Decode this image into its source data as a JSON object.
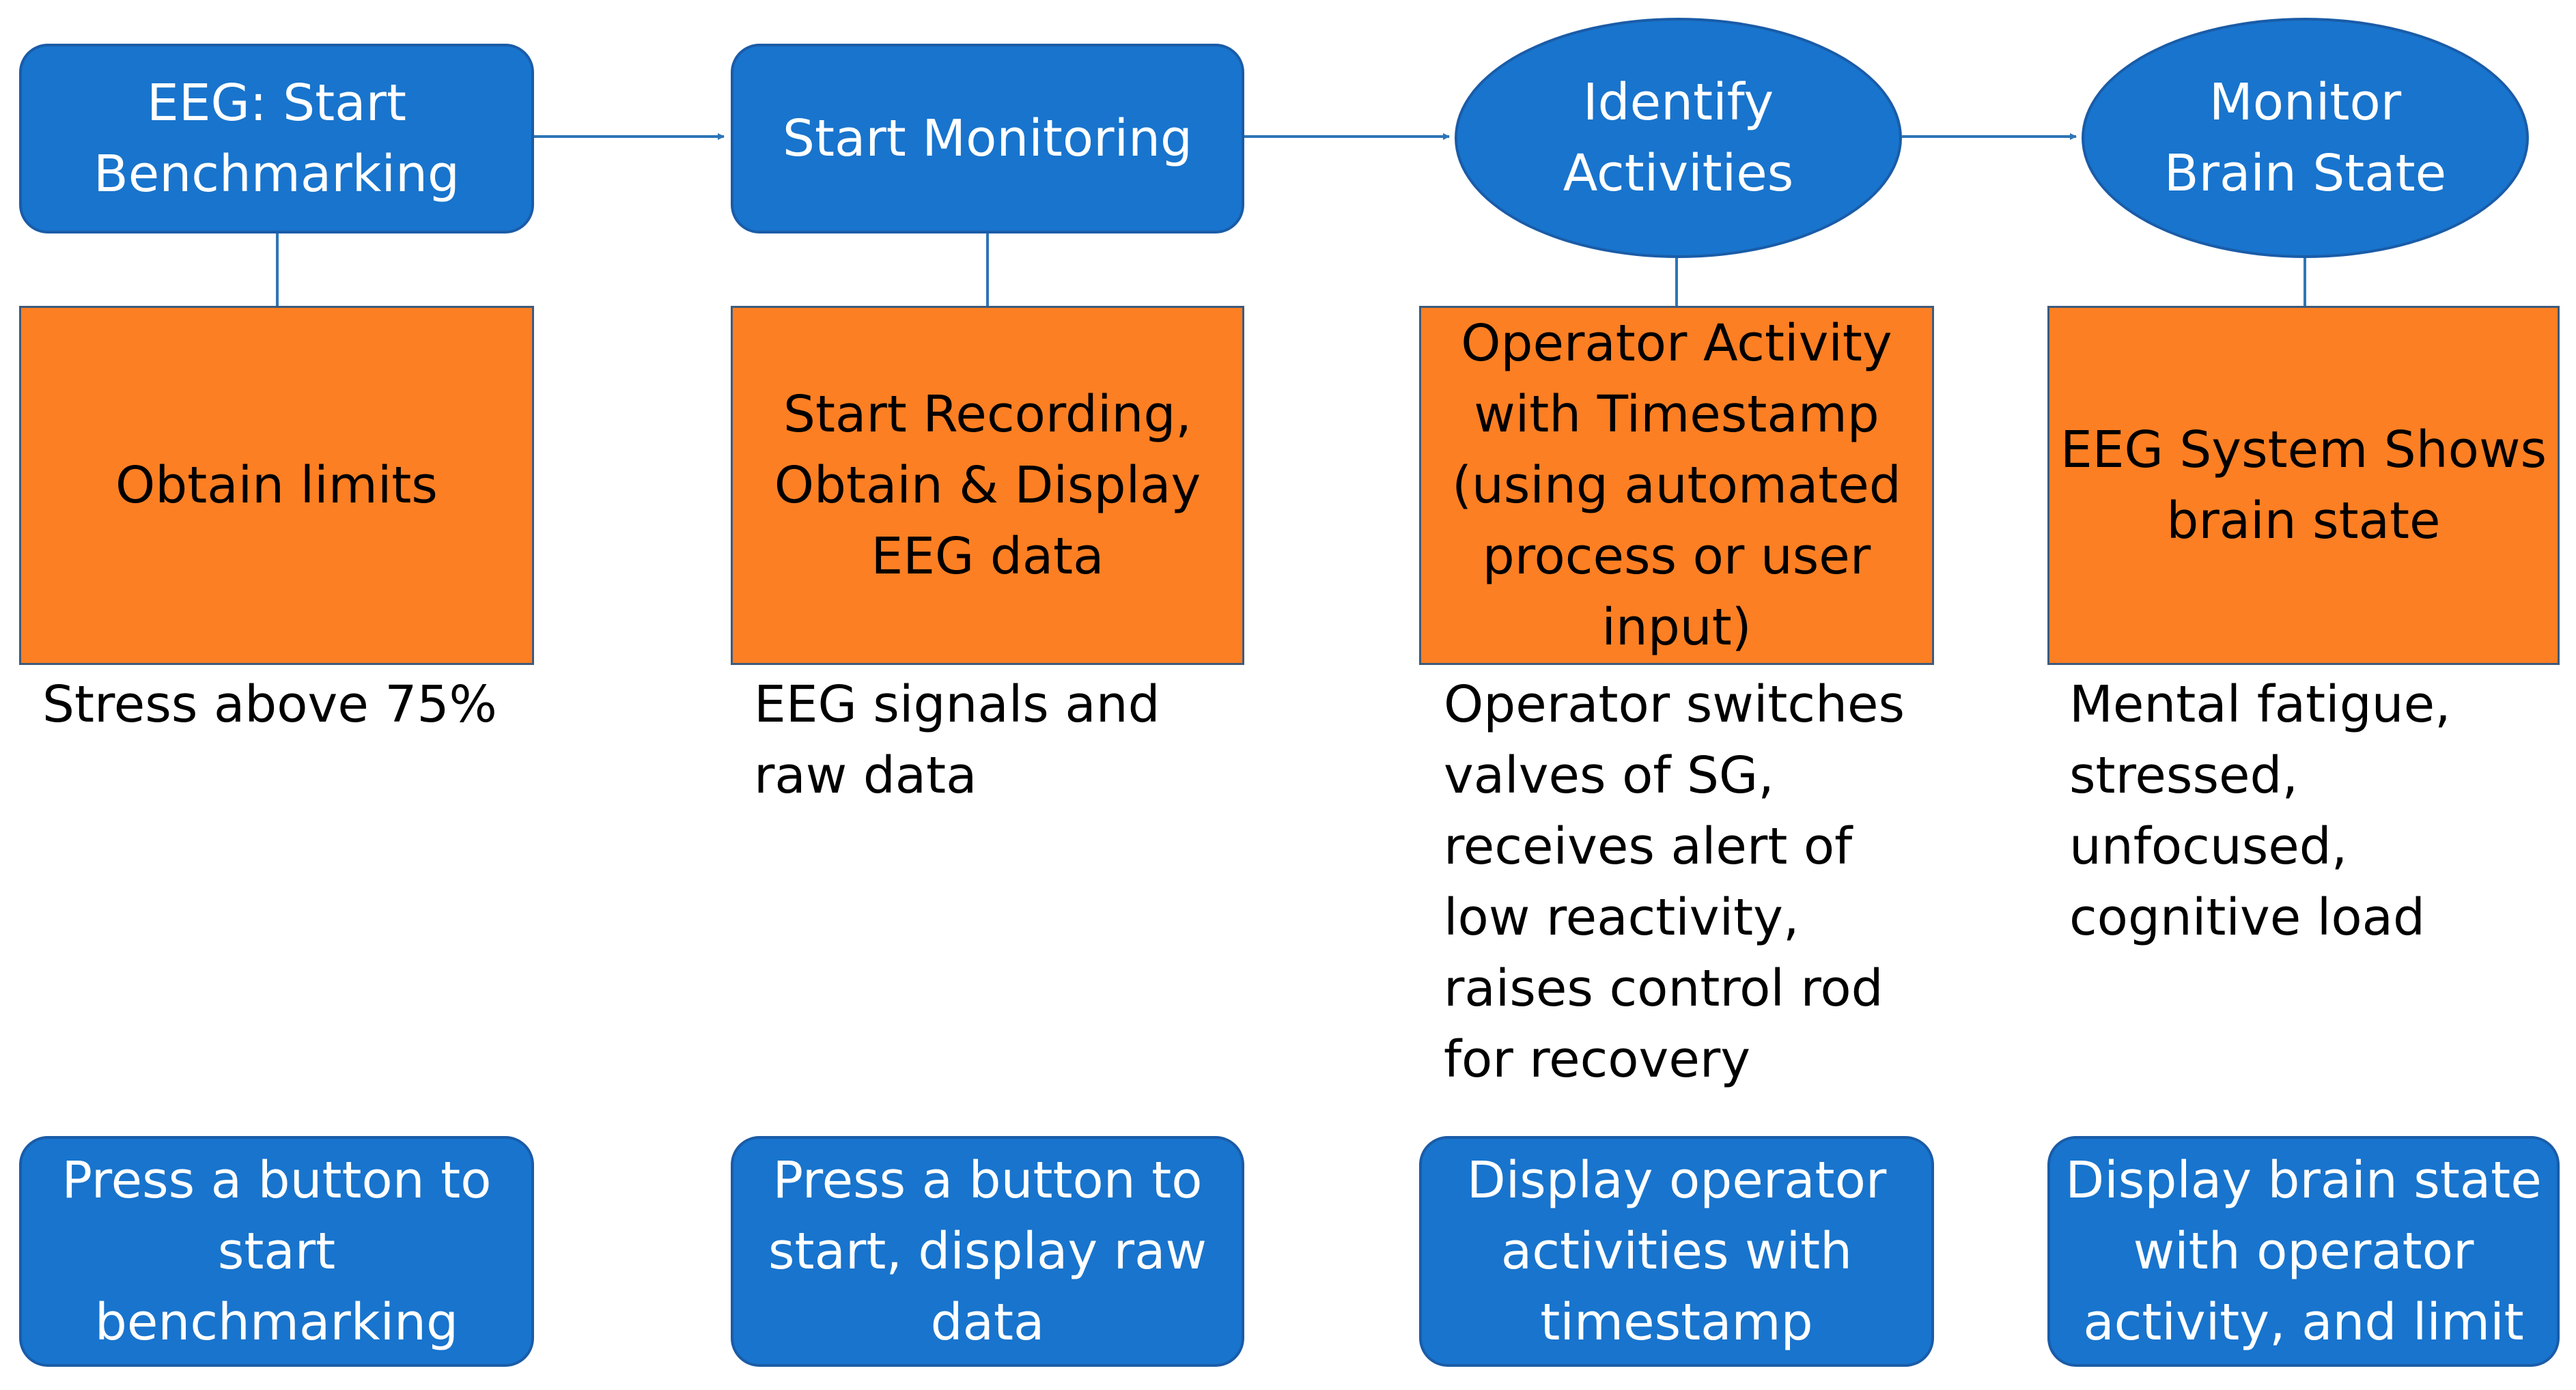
{
  "colors": {
    "blue_fill": "#1874CD",
    "blue_border": "#1A5CA8",
    "orange_fill": "#FD7F23",
    "orange_border": "#3E5A7A",
    "connector": "#2E75B6"
  },
  "steps": [
    {
      "title": "EEG: Start\nBenchmarking",
      "action": "Obtain limits",
      "description": "Stress above 75%",
      "interface": "Press a button to\nstart\nbenchmarking"
    },
    {
      "title": "Start Monitoring",
      "action": "Start Recording,\nObtain & Display\nEEG data",
      "description": "EEG signals and\nraw data",
      "interface": "Press a button to\nstart, display raw\ndata"
    },
    {
      "title": "Identify\nActivities",
      "action": "Operator Activity\nwith Timestamp\n(using automated\nprocess or user\ninput)",
      "description": "Operator switches\nvalves of SG,\nreceives alert of\nlow reactivity,\nraises control rod\nfor recovery",
      "interface": "Display operator\nactivities with\ntimestamp"
    },
    {
      "title": "Monitor\nBrain State",
      "action": "EEG System Shows\nbrain state",
      "description": "Mental fatigue,\nstressed,\nunfocused,\ncognitive load",
      "interface": "Display brain state\nwith operator\nactivity, and limit"
    }
  ]
}
